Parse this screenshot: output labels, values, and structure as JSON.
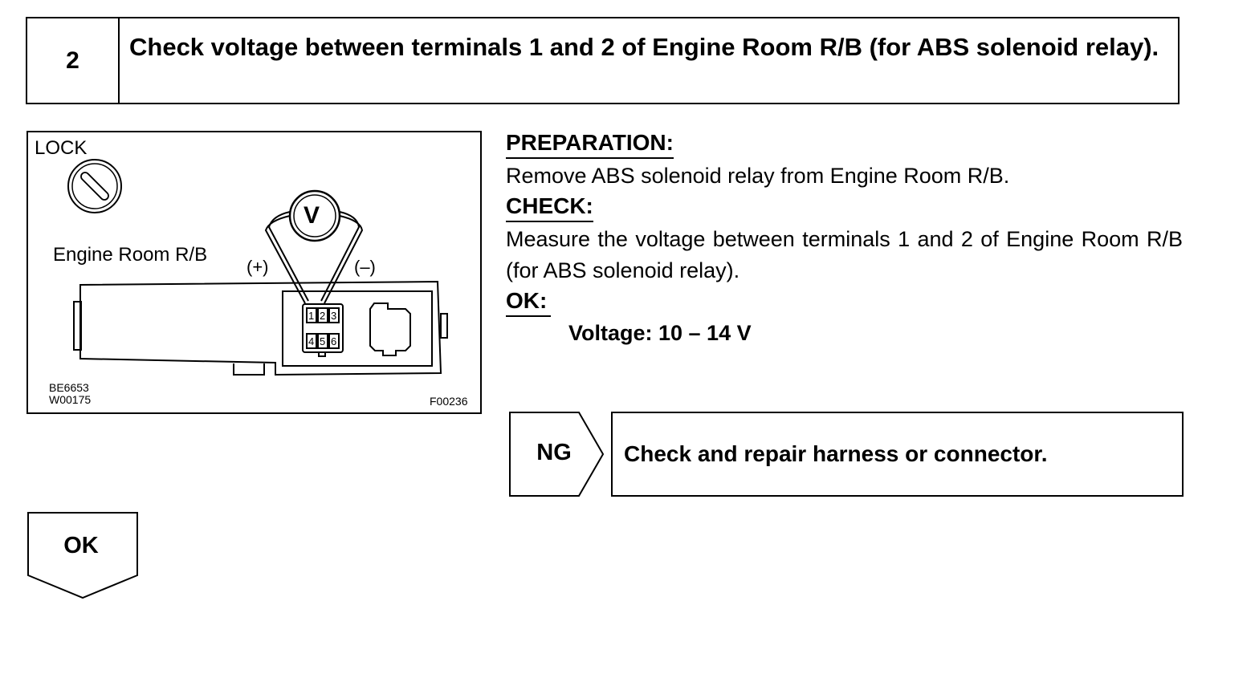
{
  "step": {
    "number": "2",
    "title": "Check voltage between terminals 1 and 2 of Engine Room R/B (for ABS solenoid relay)."
  },
  "figure": {
    "lock_label": "LOCK",
    "meter_label": "V",
    "box_label": "Engine Room R/B",
    "positive_label": "(+)",
    "negative_label": "(–)",
    "terminals": [
      "1",
      "2",
      "3",
      "4",
      "5",
      "6"
    ],
    "ref_code_1": "BE6653",
    "ref_code_2": "W00175",
    "figure_code": "F00236"
  },
  "instructions": {
    "preparation_heading": "PREPARATION:",
    "preparation_text": "Remove ABS solenoid relay from Engine Room R/B.",
    "check_heading": "CHECK:",
    "check_text": "Measure the voltage between terminals 1 and 2 of Engine Room R/B (for ABS solenoid relay).",
    "ok_heading": "OK:",
    "ok_spec": "Voltage: 10 – 14 V"
  },
  "ng_branch": {
    "label": "NG",
    "action": "Check and repair harness or connector."
  },
  "ok_branch": {
    "label": "OK"
  }
}
